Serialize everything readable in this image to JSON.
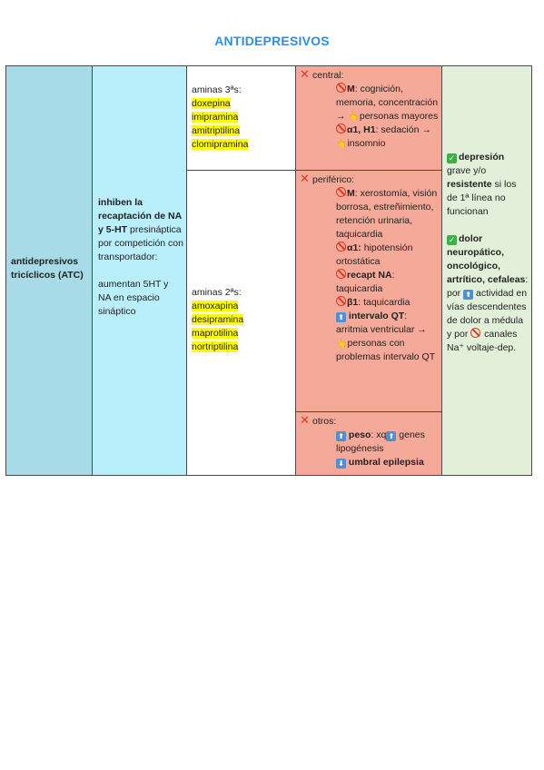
{
  "title": "ANTIDEPRESIVOS",
  "col1": {
    "label": "antidepresivos tricíclicos (ATC)"
  },
  "col2": {
    "mech_bold": "inhiben la recaptación de NA y 5-HT",
    "mech_rest": "presináptica por competición con transportador:",
    "effect": "aumentan 5HT y NA en espacio sináptico"
  },
  "col3": {
    "group1_label": "aminas 3ªs:",
    "group1_items": [
      "doxepina",
      "imipramina",
      "amitriptilina",
      "clomipramina"
    ],
    "group2_label": "aminas 2ªs:",
    "group2_items": [
      "amoxapina",
      "desipramina",
      "maprotilina",
      "nortriptilina"
    ]
  },
  "col4": {
    "central": {
      "label": "central:",
      "m_bold": "M",
      "m_text": ": cognición, memoria, concentración →",
      "m_note": "personas mayores",
      "a1_bold": "α1, H1",
      "a1_text": ": sedación →",
      "a1_note": "insomnio"
    },
    "periferico": {
      "label": "periférico:",
      "m_bold": "M",
      "m_text": ": xerostomía, visión borrosa, estreñimiento, retención urinaria, taquicardia",
      "a1_bold": "α1:",
      "a1_text": " hipotensión ortostática",
      "na_bold": "recapt NA",
      "na_text": ": taquicardia",
      "b1_bold": "β1",
      "b1_text": ": taquicardia",
      "qt_bold": "intervalo QT",
      "qt_text": ": arritmia ventricular →",
      "qt_note": "personas con problemas intervalo QT"
    },
    "otros": {
      "label": "otros:",
      "peso_bold": "peso",
      "peso_text1": ": xq",
      "peso_text2": " genes lipogénesis",
      "umbral_bold": "umbral epilepsia"
    }
  },
  "col5": {
    "ind1_bold": "depresión",
    "ind1_text": "grave y/o",
    "ind1_bold2": "resistente",
    "ind1_text2": "si los de 1ª línea no funcionan",
    "ind2_bold": "dolor neuropático, oncológico, artrítico, cefaleas",
    "ind2_text": ":",
    "ind2_por": "por",
    "ind2_text2": " actividad en vías descendentes de dolor a médula y por",
    "ind2_text3": " canales Na⁺ voltaje-dep."
  },
  "icons": {
    "x": "✕",
    "hand": "👆",
    "up": "⬆",
    "down": "⬇",
    "check": "✓"
  }
}
